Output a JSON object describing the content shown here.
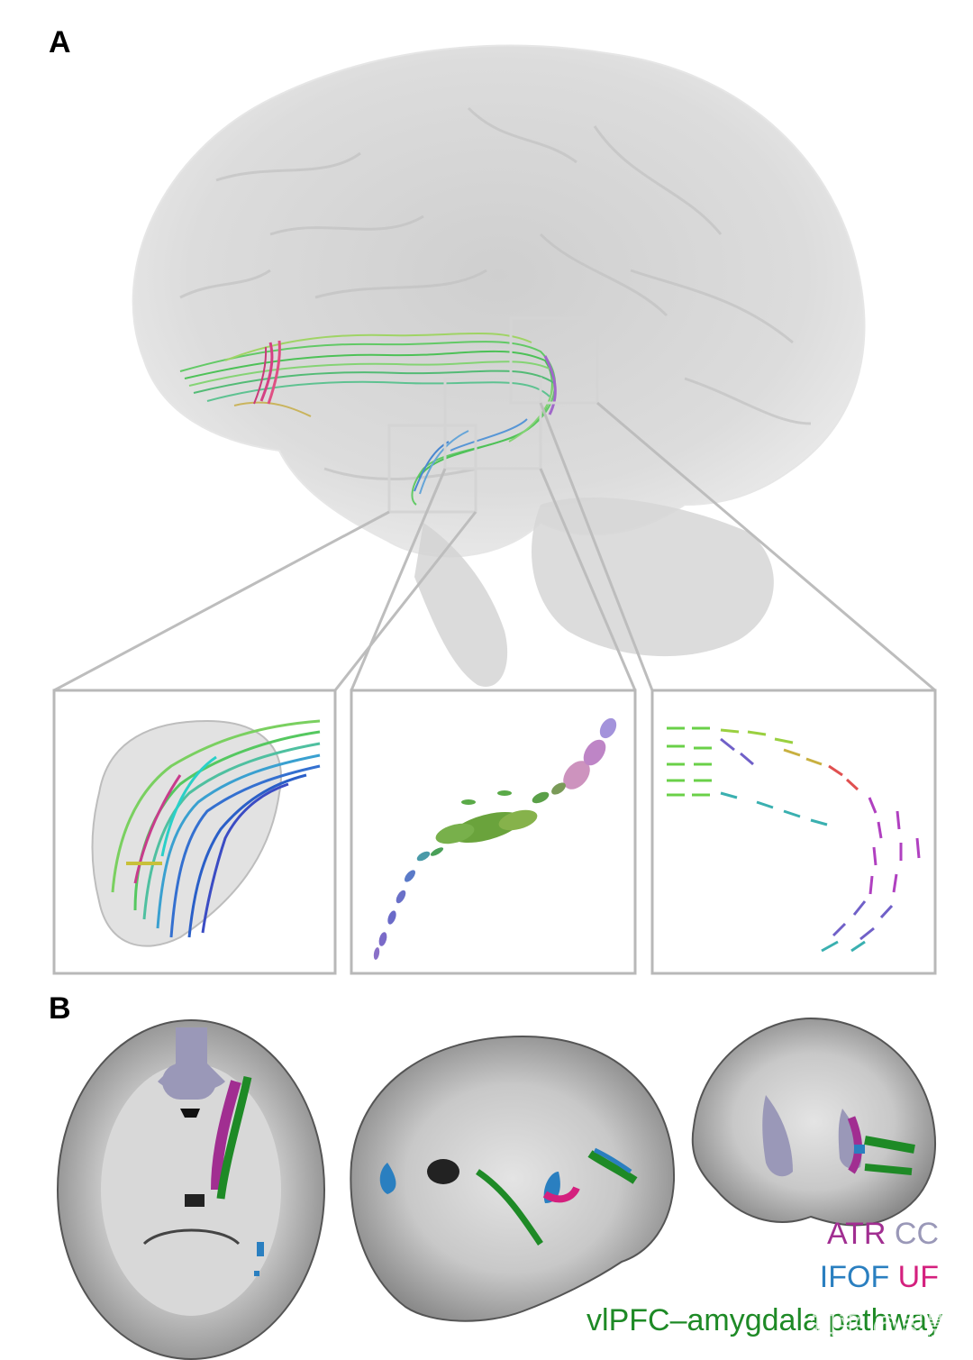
{
  "panels": {
    "a_label": "A",
    "b_label": "B"
  },
  "legend": {
    "atr": "ATR",
    "cc": "CC",
    "ifof": "IFOF",
    "uf": "UF",
    "vlpfc": "vlPFC–amygdala pathway"
  },
  "colors": {
    "atr": "#a12e91",
    "cc": "#9a98b8",
    "ifof": "#2a7fc0",
    "uf": "#d4207e",
    "vlpfc": "#1e8a26"
  },
  "watermark": "知乎 @思影"
}
